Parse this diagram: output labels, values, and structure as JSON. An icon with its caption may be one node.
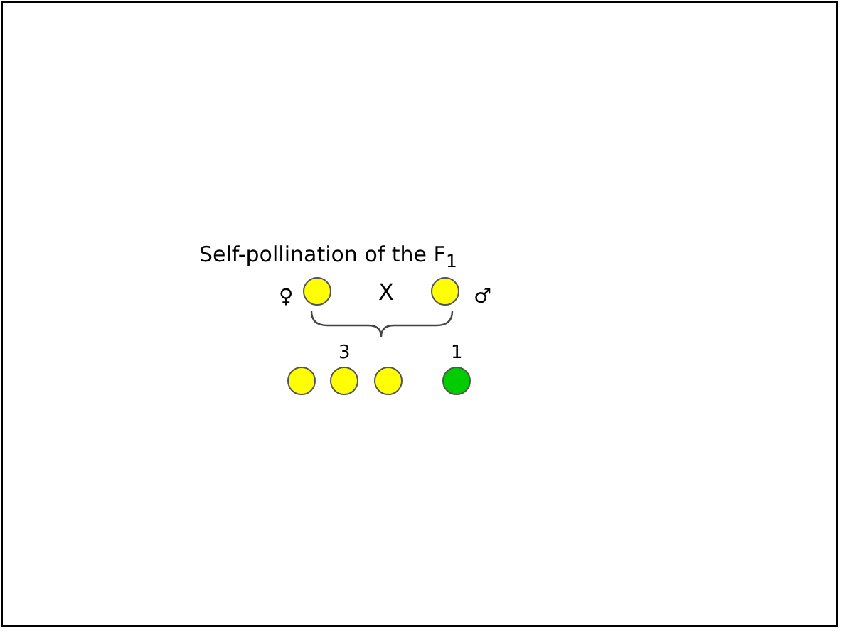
{
  "diagram": {
    "title": "Self-pollination of the F$_{1}$",
    "nodes": [
      {
        "text": [],
        "shape": "circle"
      },
      {
        "text": [],
        "shape": "circle"
      },
      {
        "text": [],
        "shape": "circle"
      },
      {
        "text": [],
        "shape": "circle"
      },
      {
        "text": [],
        "shape": "circle"
      },
      {
        "text": [],
        "shape": "circle"
      }
    ],
    "edges": [],
    "labels": [
      "♀",
      "X",
      "♂",
      "3",
      "1"
    ]
  }
}
